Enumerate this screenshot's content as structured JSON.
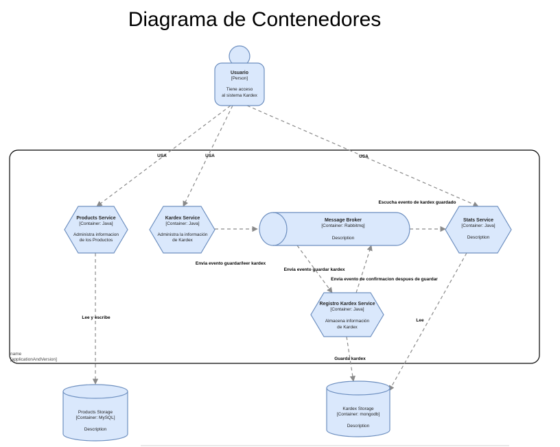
{
  "title": "Diagrama de Contenedores",
  "boundary": {
    "name": "name",
    "version": "[applicationAndVersion]"
  },
  "nodes": {
    "usuario": {
      "title": "Usuario",
      "type": "[Person]",
      "desc": [
        "Tiene acceso",
        "al sistema Kardex"
      ]
    },
    "products_service": {
      "title": "Products Service",
      "type": "[Container: Java]",
      "desc": [
        "Administra informacion",
        "de los Productos"
      ]
    },
    "kardex_service": {
      "title": "Kardex Service",
      "type": "[Container: Java]",
      "desc": [
        "Administra la información",
        "de Kardex"
      ]
    },
    "message_broker": {
      "title": "Message Broker",
      "type": "[Container: Rabbitmq]",
      "desc": [
        "Description"
      ]
    },
    "stats_service": {
      "title": "Stats Service",
      "type": "[Container: Java]",
      "desc": [
        "Description"
      ]
    },
    "registro_kardex": {
      "title": "Registro Kardex Service",
      "type": "[Container: Java]",
      "desc": [
        "Almacena información",
        "de Kardex"
      ]
    },
    "products_storage": {
      "title": "Products Storage",
      "type": "[Container: MySQL]",
      "desc": [
        "Description"
      ]
    },
    "kardex_storage": {
      "title": "Kardex Storage",
      "type": "[Container: mongodb]",
      "desc": [
        "Description"
      ]
    }
  },
  "edges": {
    "usa_products": "USA",
    "usa_kardex": "USA",
    "usa_stats": "USA",
    "escucha": "Escucha evento de kardex guardado",
    "envia_guardar_leer": "Envia evento guardar/leer  kardex",
    "envia_guardar": "Envia evento guardar kardex",
    "envia_confirmacion": "Envia evento de confirmacion despues de guardar",
    "lee_escribe": "Lee y escribe",
    "lee": "Lee",
    "guarda": "Guarda kardex"
  },
  "colors": {
    "node_fill": "#dae8fc",
    "node_stroke": "#6c8ebf",
    "edge": "#8a8a8a"
  }
}
